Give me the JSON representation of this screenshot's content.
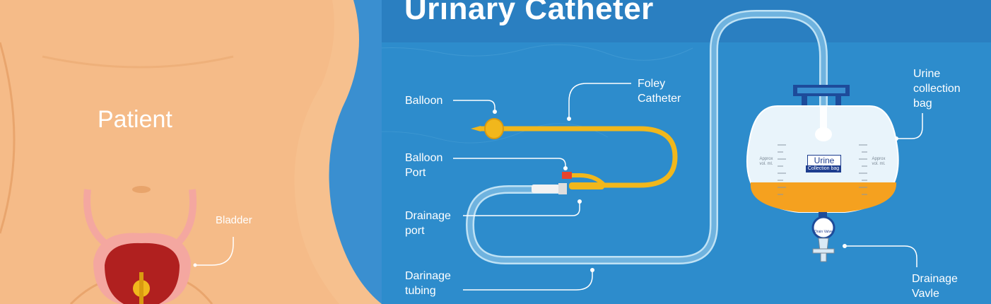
{
  "title": "Urinary Catheter",
  "patient_label": "Patient",
  "bladder_label": "Bladder",
  "labels": {
    "balloon": "Balloon",
    "foley_1": "Foley",
    "foley_2": "Catheter",
    "balloon_port_1": "Balloon",
    "balloon_port_2": "Port",
    "drainage_port_1": "Drainage",
    "drainage_port_2": "port",
    "drainage_tubing_1": "Darinage",
    "drainage_tubing_2": "tubing",
    "bag_1": "Urine",
    "bag_2": "collection",
    "bag_3": "bag",
    "valve_1": "Drainage",
    "valve_2": "Vavle"
  },
  "bag": {
    "title": "Urine",
    "subtitle": "Collection bag",
    "approx_1": "Approx",
    "approx_2": "vol. ml.",
    "valve_text": "Drain Valve"
  },
  "colors": {
    "background": "#2d8ccc",
    "title_band": "#2a7fc1",
    "skin": "#f6c08e",
    "bladder": "#b0201f",
    "catheter": "#f1b71c",
    "urine": "#f5a11f",
    "bag_frame": "#1d4b9a"
  }
}
